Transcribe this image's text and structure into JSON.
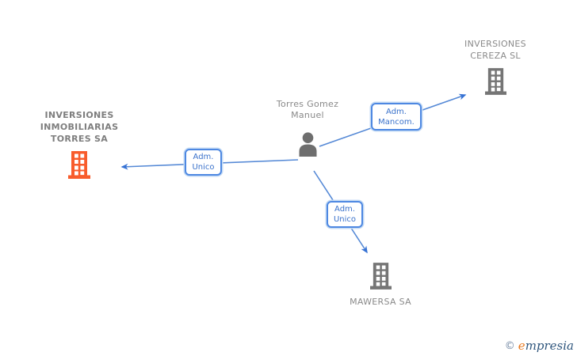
{
  "diagram": {
    "person": {
      "name": "Torres Gomez Manuel"
    },
    "companies": {
      "torres": {
        "name": "INVERSIONES INMOBILIARIAS TORRES SA",
        "highlighted": true
      },
      "cereza": {
        "name": "INVERSIONES CEREZA SL",
        "highlighted": false
      },
      "mawersa": {
        "name": "MAWERSA SA",
        "highlighted": false
      }
    },
    "edges": {
      "to_torres": {
        "label": "Adm. Unico"
      },
      "to_cereza": {
        "label": "Adm. Mancom."
      },
      "to_mawersa": {
        "label": "Adm. Unico"
      }
    }
  },
  "footer": {
    "copyright_symbol": "©",
    "brand_first_letter": "e",
    "brand_rest": "mpresia"
  },
  "colors": {
    "highlight_company_icon": "#F85C2C",
    "neutral_icon": "#757575",
    "person_icon": "#6E6E6E",
    "entity_text": "#7E7E7E",
    "edge_line": "#5589D6",
    "edge_arrow": "#3672D4",
    "label_border": "#4E88E2",
    "label_text": "#3A72CB",
    "brand_orange": "#E8791F",
    "brand_blue": "#2F567D"
  }
}
